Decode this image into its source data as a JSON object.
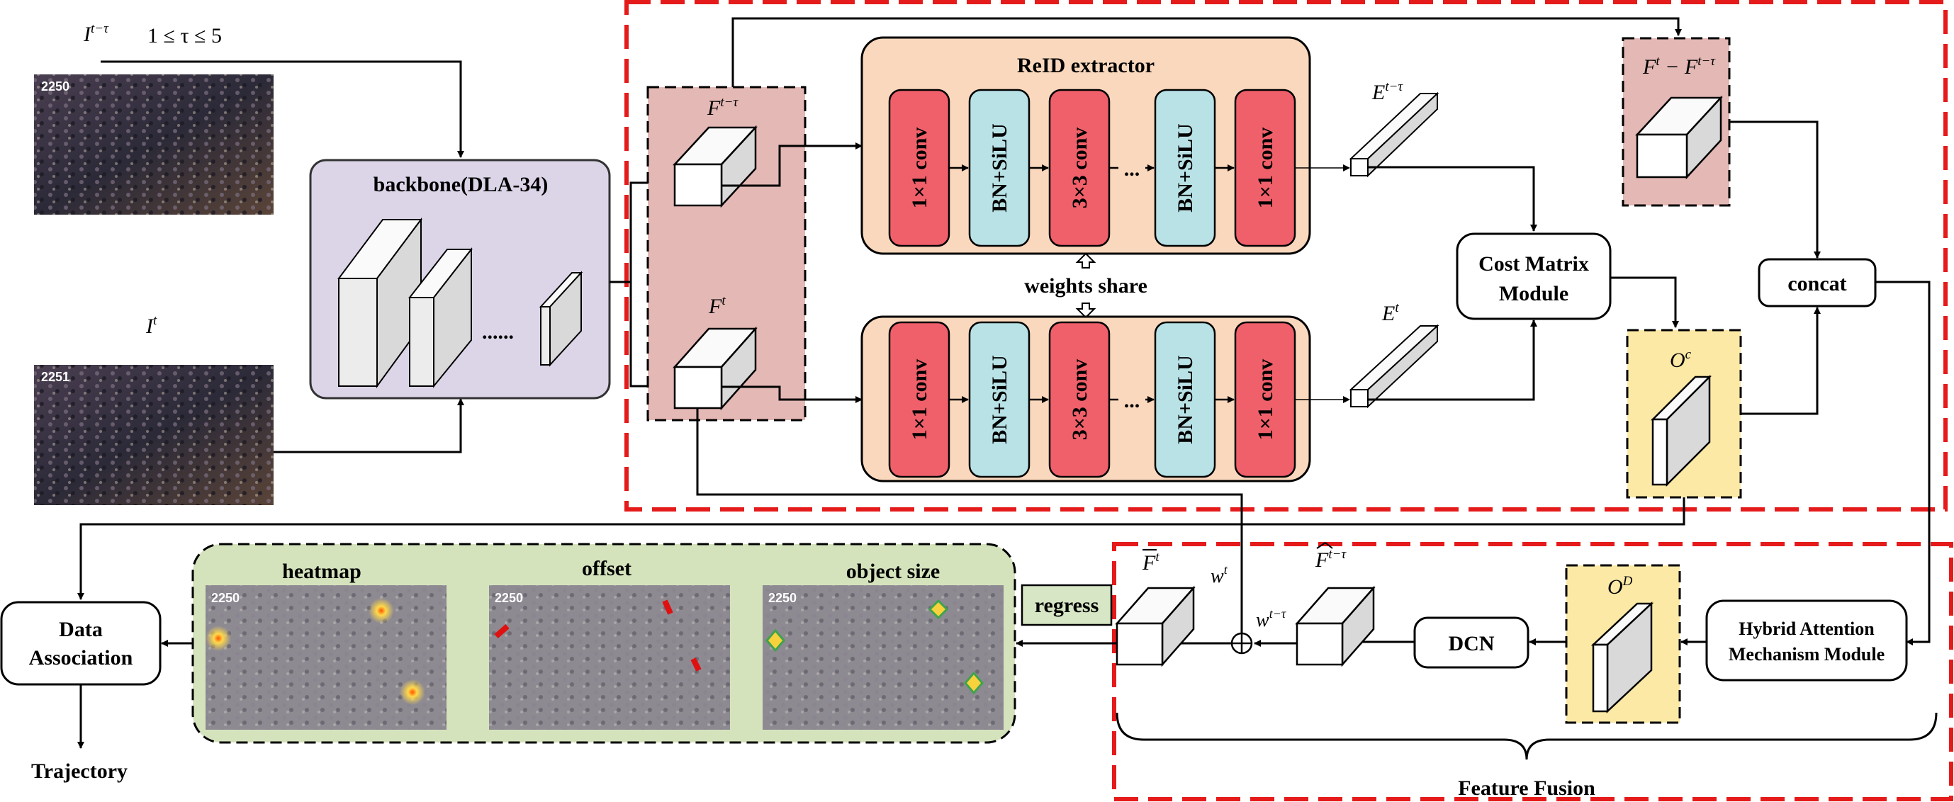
{
  "frames": {
    "prev_label": "I",
    "prev_sup": "t−τ",
    "tau_range": "1 ≤ τ ≤ 5",
    "prev_frame_number": "2250",
    "cur_label": "I",
    "cur_sup": "t",
    "cur_frame_number": "2251"
  },
  "backbone": {
    "title": "backbone(DLA-34)",
    "dots": "......"
  },
  "features": {
    "f_prev_label": "F",
    "f_prev_sup": "t−τ",
    "f_cur_label": "F",
    "f_cur_sup": "t"
  },
  "reid": {
    "title": "ReID extractor",
    "blocks": [
      "1×1 conv",
      "BN+SiLU",
      "3×3 conv",
      "BN+SiLU",
      "1×1 conv"
    ],
    "ellipsis": "...",
    "weights_share": "weights share",
    "e_prev_label": "E",
    "e_prev_sup": "t−τ",
    "e_cur_label": "E",
    "e_cur_sup": "t"
  },
  "cost_matrix": {
    "line1": "Cost Matrix",
    "line2": "Module"
  },
  "diff": {
    "label": "F",
    "sup1": "t",
    "minus": " − F",
    "sup2": "t−τ"
  },
  "concat": "concat",
  "oc": {
    "label": "O",
    "sup": "c"
  },
  "od": {
    "label": "O",
    "sup": "D"
  },
  "hybrid": {
    "line1": "Hybrid Attention",
    "line2": "Mechanism Module"
  },
  "dcn": "DCN",
  "fusion": {
    "f_bar_label": "F",
    "f_bar_sup": "t",
    "f_hat_label": "F",
    "f_hat_sup": "t−τ",
    "w_cur_label": "w",
    "w_cur_sup": "t",
    "w_prev_label": "w",
    "w_prev_sup": "t−τ",
    "plus": "+",
    "title": "Feature Fusion"
  },
  "regress": "regress",
  "outputs": {
    "heatmap": "heatmap",
    "offset": "offset",
    "object_size": "object size",
    "frame_number": "2250"
  },
  "data_association": {
    "line1": "Data",
    "line2": "Association"
  },
  "trajectory": "Trajectory",
  "colors": {
    "red_dashed": "#e51b1b",
    "backbone_fill": "#dcd5e8",
    "feature_fill": "#e3b8b5",
    "reid_fill": "#fad8bd",
    "conv_fill": "#f0606a",
    "bn_fill": "#b9e2e6",
    "yellow_fill": "#fce9a6",
    "green_fill": "#d5e3bd",
    "regress_fill": "#d7e6c5"
  }
}
